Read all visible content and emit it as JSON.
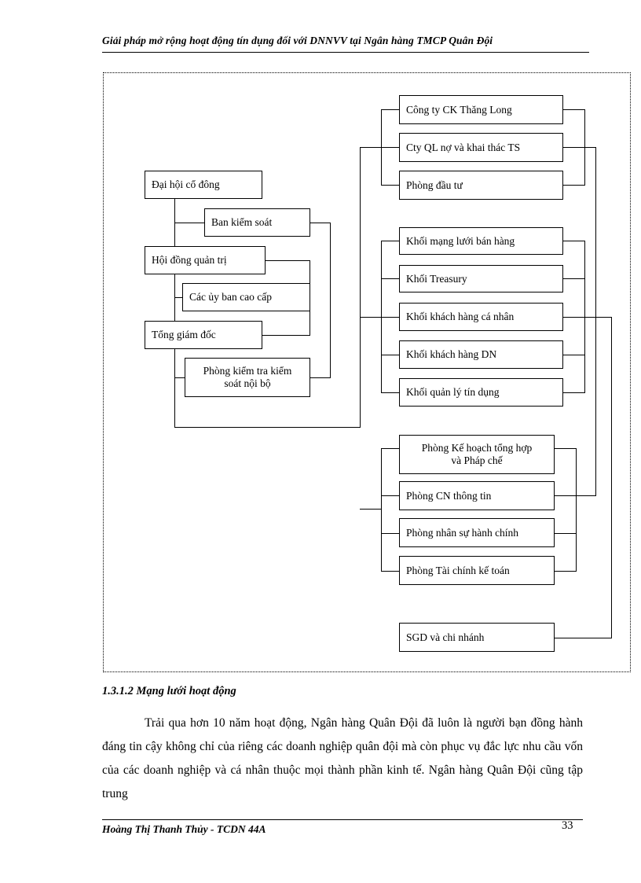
{
  "header": {
    "running_title": "Giải pháp mở rộng hoạt động tín dụng đối với  DNNVV tại Ngân hàng TMCP  Quân Đội"
  },
  "figure": {
    "nodes": {
      "dai_hoi_co_dong": "Đại hội cổ đông",
      "ban_kiem_soat": "Ban kiểm soát",
      "hoi_dong_quan_tri": "Hội đồng quản trị",
      "cac_uy_ban_cao_cap": "Các ủy ban cao cấp",
      "tong_giam_doc": "Tổng giám  đốc",
      "phong_kiem_tra_line1": "Phòng  kiểm  tra  kiểm",
      "phong_kiem_tra_line2": "soát nội bộ",
      "cong_ty_ck_thang_long": "Công ty CK Thăng  Long",
      "cty_ql_no": "Cty QL nợ và khai thác TS",
      "phong_dau_tu": "Phòng  đầu tư",
      "khoi_mang_luoi": "Khối mạng  lưới bán hàng",
      "khoi_treasury": "Khối Treasury",
      "khoi_kh_ca_nhan": "Khối khách hàng  cá nhân",
      "khoi_kh_dn": "Khối khách hàng  DN",
      "khoi_quan_ly_tin_dung": "Khối quản lý tín  dụng",
      "phong_ke_hoach_line1": "Phòng  Kế hoạch tổng hợp",
      "phong_ke_hoach_line2": "và Pháp chế",
      "phong_cn_thong_tin": "Phòng  CN thông  tin",
      "phong_nhan_su": "Phòng  nhân  sự hành  chính",
      "phong_tai_chinh": "Phòng  Tài chính  kế toán",
      "sgd_va_chi_nhanh": "SGD  và  chi nhánh"
    }
  },
  "main": {
    "section_heading": "1.3.1.2 Mạng lưới hoạt động",
    "paragraph": "Trải qua hơn 10 năm hoạt động, Ngân hàng  Quân Đội đã luôn là người bạn đồng hành đáng tin cậy không chỉ của riêng  các doanh nghiệp quân đội mà còn phục vụ đắc lực nhu cầu vốn của các doanh nghiệp  và cá nhân thuộc mọi thành phần kinh tế. Ngân hàng  Quân Đội cũng tập trung"
  },
  "footer": {
    "author": "Hoàng Thị Thanh Thủy - TCDN 44A",
    "page_number": "33"
  }
}
